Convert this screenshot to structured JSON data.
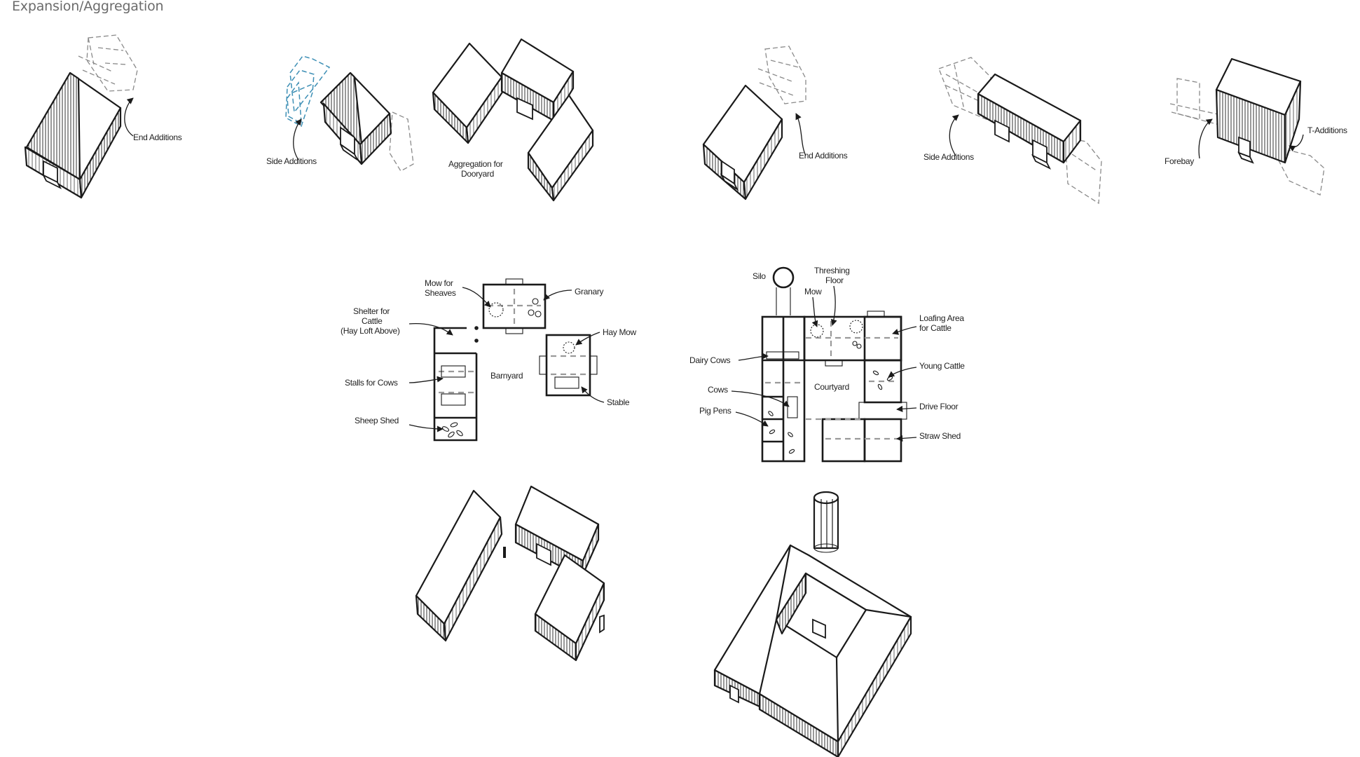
{
  "title": "Expansion/Aggregation",
  "labels": {
    "end_additions_1": "End Additions",
    "side_additions_1": "Side Additions",
    "aggregation_1": "Aggregation for",
    "aggregation_2": "Dooryard",
    "end_additions_2": "End Additions",
    "side_additions_2": "Side Additions",
    "forebay": "Forebay",
    "t_additions": "T-Additions"
  },
  "plan_left": {
    "mow_1": "Mow for",
    "mow_2": "Sheaves",
    "granary": "Granary",
    "shelter_1": "Shelter for",
    "shelter_2": "Cattle",
    "shelter_3": "(Hay Loft Above)",
    "hay_mow": "Hay Mow",
    "stalls": "Stalls for Cows",
    "barnyard": "Barnyard",
    "stable": "Stable",
    "sheep_shed": "Sheep Shed"
  },
  "plan_right": {
    "silo": "Silo",
    "threshing_1": "Threshing",
    "threshing_2": "Floor",
    "mow": "Mow",
    "loafing_1": "Loafing Area",
    "loafing_2": "for Cattle",
    "dairy_cows": "Dairy Cows",
    "young_cattle": "Young Cattle",
    "cows": "Cows",
    "courtyard": "Courtyard",
    "pig_pens": "Pig Pens",
    "drive_floor": "Drive Floor",
    "straw_shed": "Straw Shed"
  },
  "colors": {
    "ink": "#1a1a1a",
    "ghost": "#8a8a8a",
    "accent_blue": "#3d8fb5",
    "title": "#6b6b6b"
  }
}
